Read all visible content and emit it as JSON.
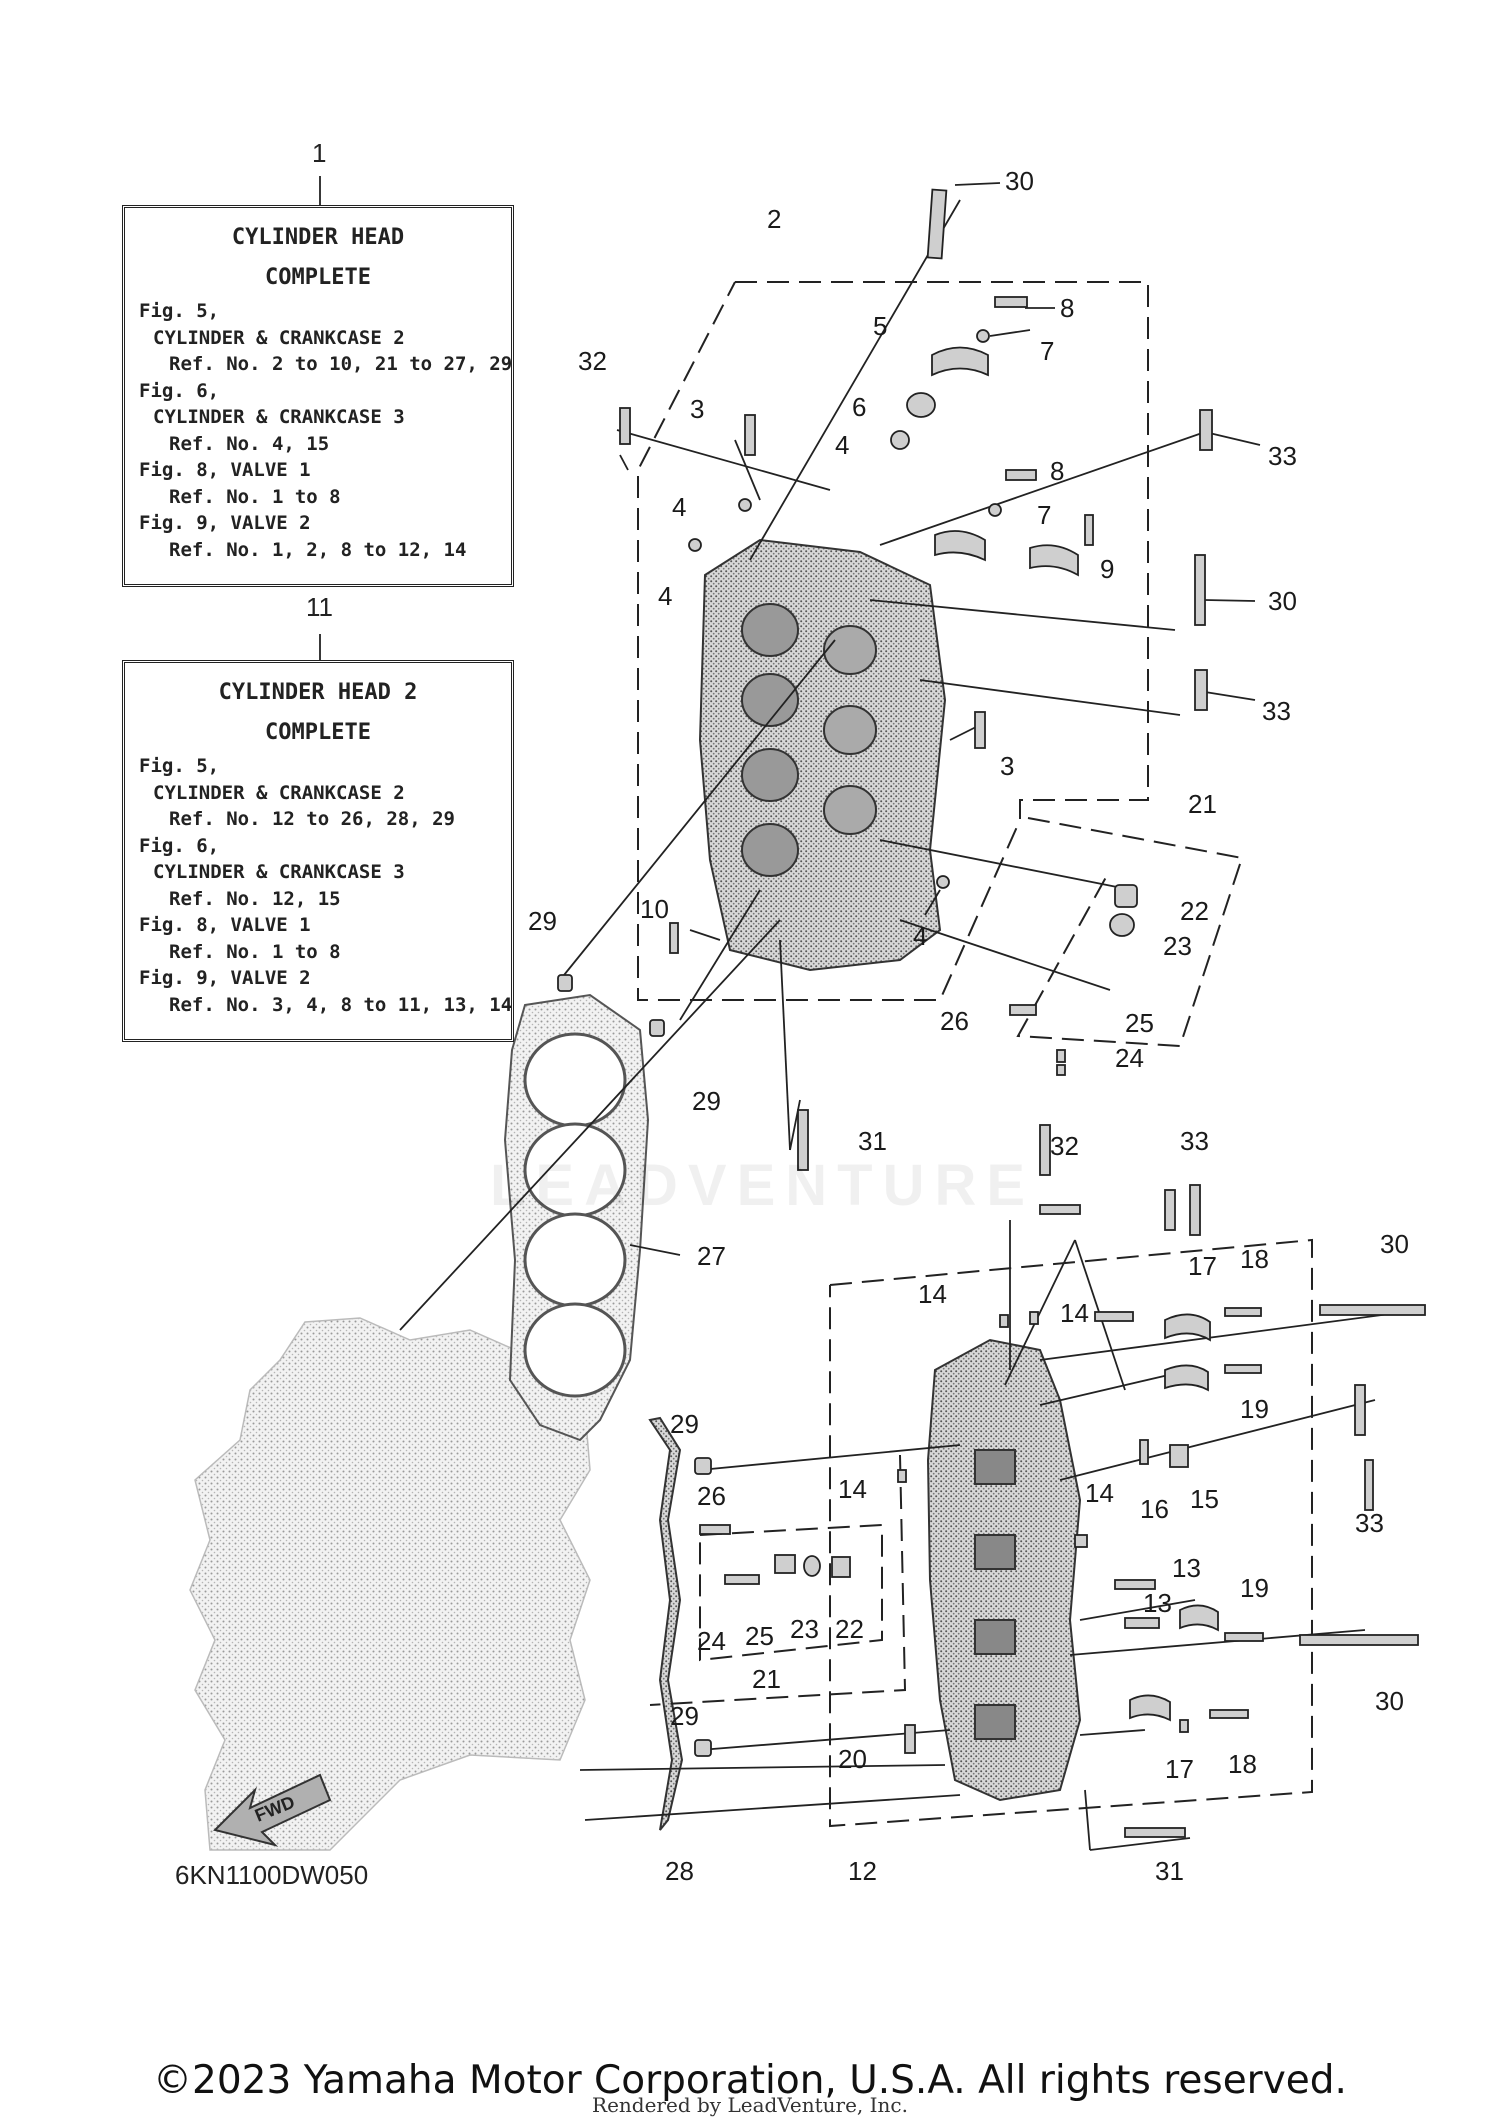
{
  "boxes": {
    "box1": {
      "number": "1",
      "title1": "CYLINDER HEAD",
      "title2": "COMPLETE",
      "lines": [
        "Fig. 5,",
        "CYLINDER & CRANKCASE 2",
        "Ref. No. 2 to 10, 21 to 27, 29",
        "Fig. 6,",
        "CYLINDER & CRANKCASE 3",
        "Ref. No. 4, 15",
        "Fig. 8, VALVE 1",
        "Ref. No. 1 to 8",
        "Fig. 9, VALVE 2",
        "Ref. No. 1, 2, 8 to 12, 14"
      ]
    },
    "box11": {
      "number": "11",
      "title1": "CYLINDER HEAD 2",
      "title2": "COMPLETE",
      "lines": [
        "Fig. 5,",
        "CYLINDER & CRANKCASE 2",
        "Ref. No. 12 to 26, 28, 29",
        "Fig. 6,",
        "CYLINDER & CRANKCASE 3",
        "Ref. No. 12, 15",
        "Fig. 8, VALVE 1",
        "Ref. No. 1 to 8",
        "Fig. 9, VALVE 2",
        "Ref. No. 3, 4, 8 to 11, 13, 14"
      ]
    }
  },
  "callouts": [
    "30",
    "2",
    "8",
    "7",
    "5",
    "6",
    "32",
    "3",
    "4",
    "33",
    "8",
    "7",
    "4",
    "9",
    "4",
    "30",
    "33",
    "3",
    "21",
    "10",
    "4",
    "22",
    "23",
    "26",
    "25",
    "24",
    "29",
    "29",
    "31",
    "27",
    "32",
    "33",
    "30",
    "14",
    "14",
    "17",
    "18",
    "19",
    "29",
    "14",
    "26",
    "14",
    "16",
    "15",
    "33",
    "13",
    "13",
    "19",
    "24",
    "25",
    "23",
    "22",
    "21",
    "29",
    "20",
    "30",
    "17",
    "18",
    "28",
    "12",
    "31"
  ],
  "fwd_label": "FWD",
  "diagram_code": "6KN1100DW050",
  "watermark": "LEADVENTURE",
  "copyright": "©2023 Yamaha Motor Corporation, U.S.A. All rights reserved.",
  "rendered_by": "Rendered by LeadVenture, Inc."
}
